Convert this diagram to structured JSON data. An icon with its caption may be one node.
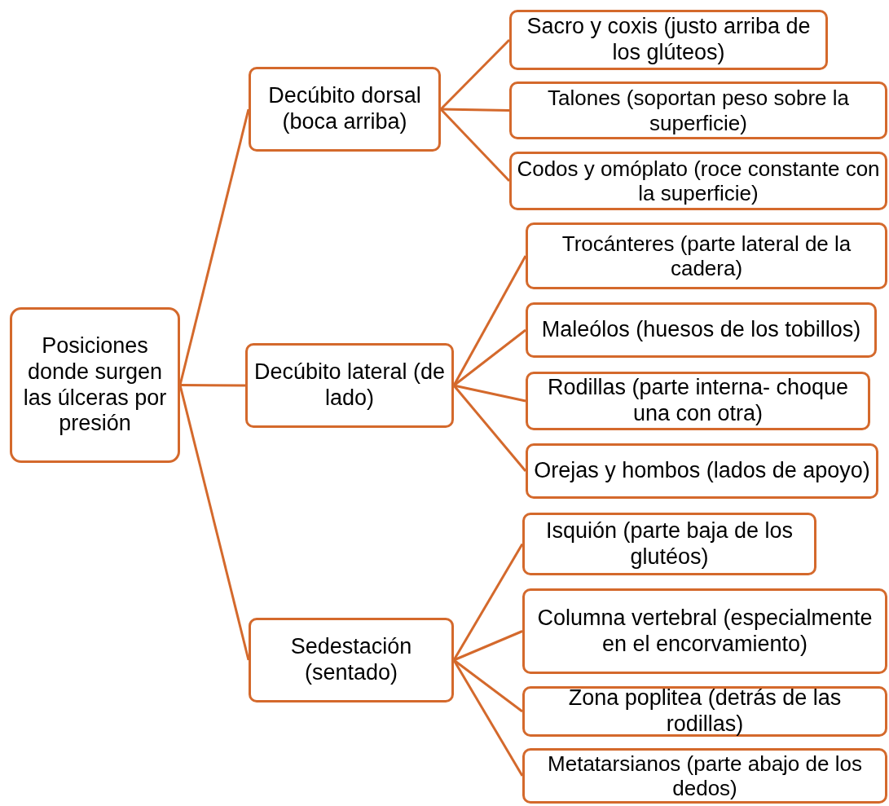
{
  "diagram": {
    "nodes": [
      {
        "text": [
          "Posiciones donde surgen las úlceras por presión"
        ]
      },
      {
        "text": [
          "Decúbito dorsal (boca arriba)"
        ]
      },
      {
        "text": [
          "Decúbito lateral (de lado)"
        ]
      },
      {
        "text": [
          "Sedestación (sentado)"
        ]
      },
      {
        "text": [
          "Sacro y coxis (justo arriba de los glúteos)"
        ]
      },
      {
        "text": [
          "Talones (soportan peso sobre la superficie)"
        ]
      },
      {
        "text": [
          "Codos y omóplato (roce constante con la superficie)"
        ]
      },
      {
        "text": [
          "Trocánteres (parte lateral de la cadera)"
        ]
      },
      {
        "text": [
          "Maleólos (huesos de los tobillos)"
        ]
      },
      {
        "text": [
          "Rodillas (parte interna- choque una con otra)"
        ]
      },
      {
        "text": [
          "Orejas y hombos (lados de apoyo)"
        ]
      },
      {
        "text": [
          "Isquión (parte baja de los glutéos)"
        ]
      },
      {
        "text": [
          "Columna vertebral (especialmente en el encorvamiento)"
        ]
      },
      {
        "text": [
          "Zona poplitea (detrás de las rodillas)"
        ]
      },
      {
        "text": [
          "Metatarsianos (parte abajo de los dedos)"
        ]
      }
    ],
    "edges": [
      {
        "from": 0,
        "to": 1,
        "arrow": "none"
      },
      {
        "from": 0,
        "to": 2,
        "arrow": "none"
      },
      {
        "from": 0,
        "to": 3,
        "arrow": "none"
      },
      {
        "from": 1,
        "to": 4,
        "arrow": "none"
      },
      {
        "from": 1,
        "to": 5,
        "arrow": "none"
      },
      {
        "from": 1,
        "to": 6,
        "arrow": "none"
      },
      {
        "from": 2,
        "to": 7,
        "arrow": "none"
      },
      {
        "from": 2,
        "to": 8,
        "arrow": "none"
      },
      {
        "from": 2,
        "to": 9,
        "arrow": "none"
      },
      {
        "from": 2,
        "to": 10,
        "arrow": "none"
      },
      {
        "from": 3,
        "to": 11,
        "arrow": "none"
      },
      {
        "from": 3,
        "to": 12,
        "arrow": "none"
      },
      {
        "from": 3,
        "to": 13,
        "arrow": "none"
      },
      {
        "from": 3,
        "to": 14,
        "arrow": "none"
      }
    ]
  }
}
